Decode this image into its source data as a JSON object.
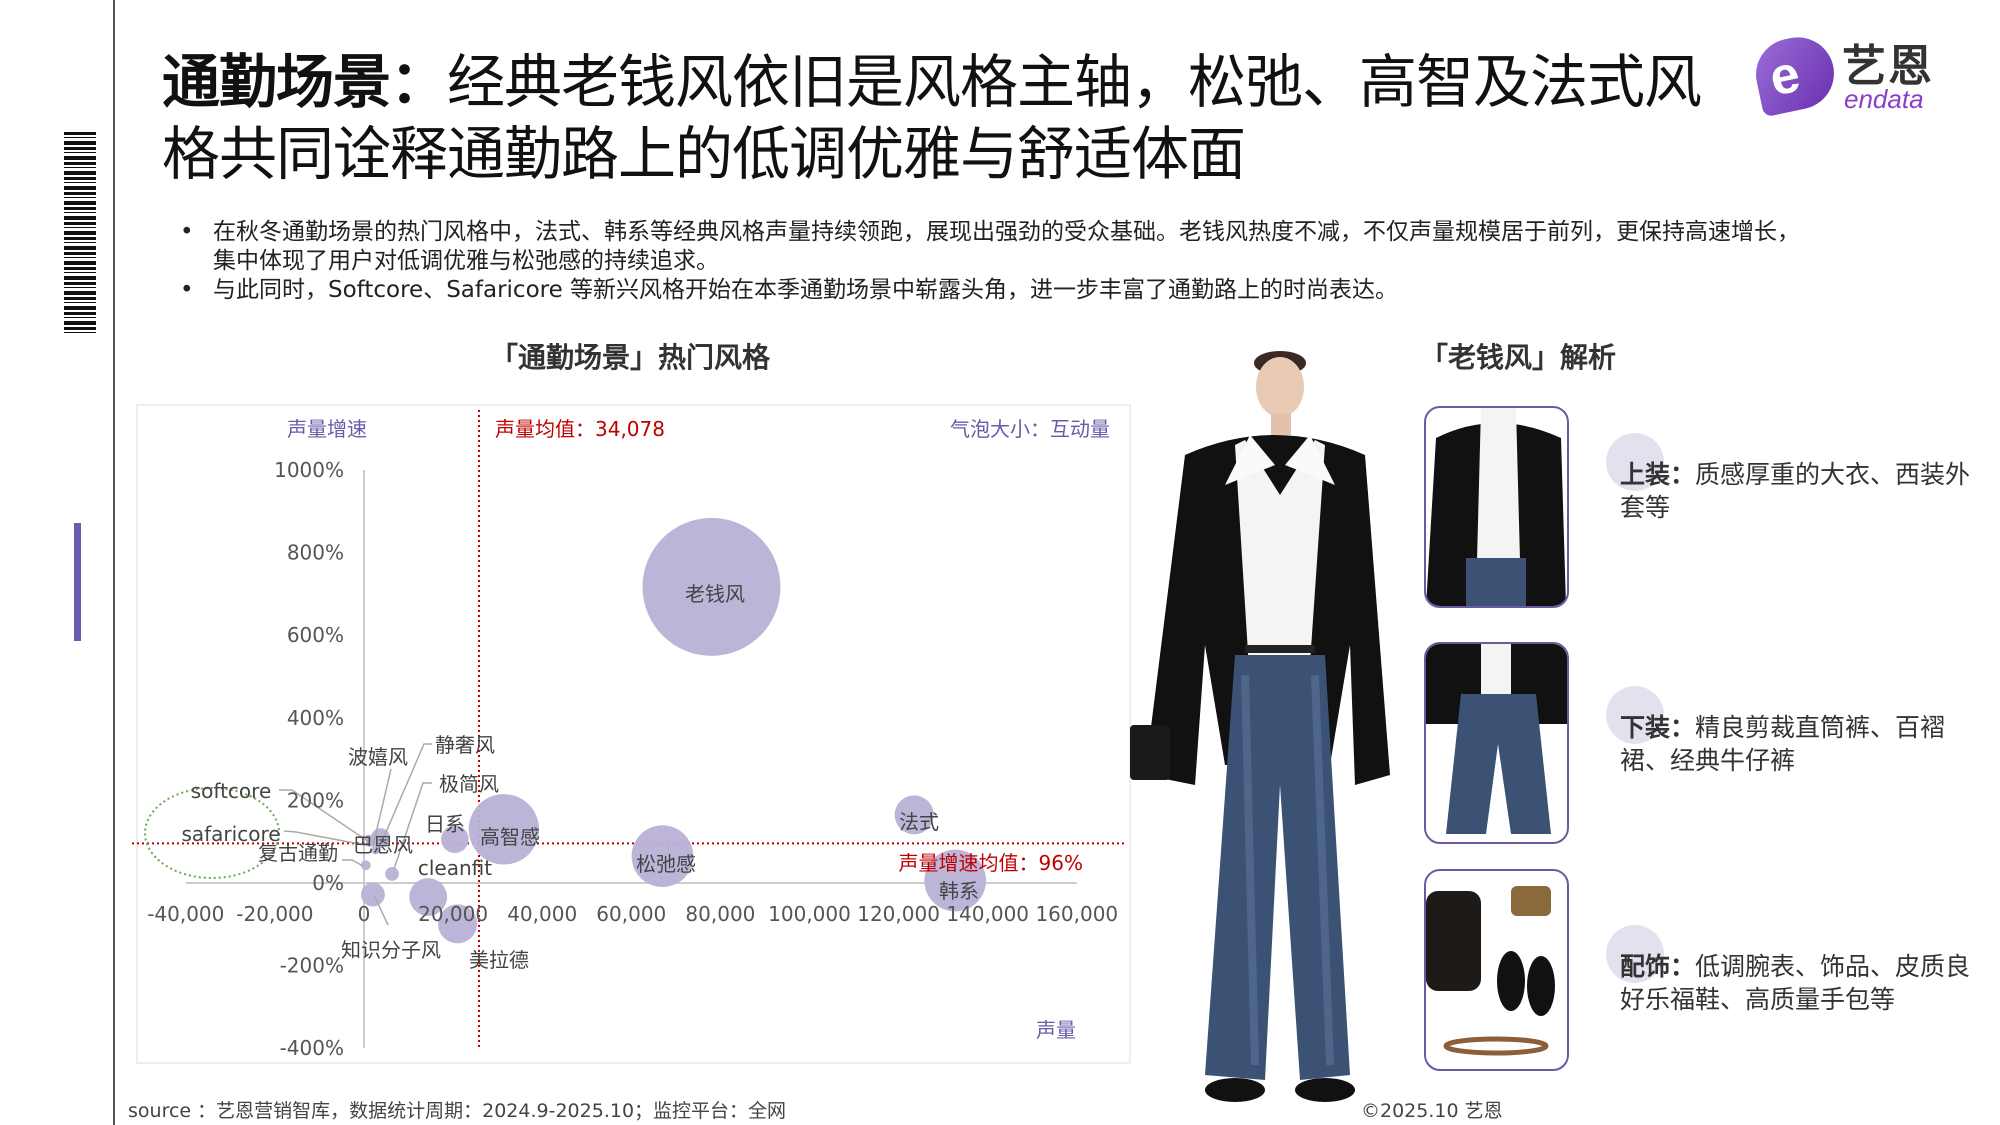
{
  "header": {
    "title_bold": "通勤场景：",
    "title_rest": "经典老钱风依旧是风格主轴，松弛、高智及法式风格共同诠释通勤路上的低调优雅与舒适体面",
    "logo_cn": "艺恩",
    "logo_en": "endata"
  },
  "bullets": [
    "在秋冬通勤场景的热门风格中，法式、韩系等经典风格声量持续领跑，展现出强劲的受众基础。老钱风热度不减，不仅声量规模居于前列，更保持高速增长，集中体现了用户对低调优雅与松弛感的持续追求。",
    "与此同时，Softcore、Safaricore 等新兴风格开始在本季通勤场景中崭露头角，进一步丰富了通勤路上的时尚表达。"
  ],
  "chart_data": {
    "type": "scatter",
    "title": "「通勤场景」热门风格",
    "xlabel": "声量",
    "ylabel": "声量增速",
    "size_label": "气泡大小：互动量",
    "xlim": [
      -40000,
      160000
    ],
    "ylim": [
      -400,
      1000
    ],
    "x_ticks": [
      "-40,000",
      "-20,000",
      "0",
      "20,000",
      "40,000",
      "60,000",
      "80,000",
      "100,000",
      "120,000",
      "140,000",
      "160,000"
    ],
    "y_ticks": [
      "1000%",
      "800%",
      "600%",
      "400%",
      "200%",
      "0%",
      "-200%",
      "-400%"
    ],
    "x_mean_label": "声量均值：34,078",
    "y_mean_label": "声量增速均值：96%",
    "x_mean": 34078,
    "y_mean": 96,
    "bubble_color": "#b9b1d6",
    "mean_line_color": "#c00000",
    "points": [
      {
        "name": "老钱风",
        "x": 78000,
        "y": 717,
        "size": 100
      },
      {
        "name": "高智感",
        "x": 31400,
        "y": 130,
        "size": 26
      },
      {
        "name": "松弛感",
        "x": 67000,
        "y": 65,
        "size": 20
      },
      {
        "name": "法式",
        "x": 123500,
        "y": 165,
        "size": 8
      },
      {
        "name": "韩系",
        "x": 132700,
        "y": 6,
        "size": 20
      },
      {
        "name": "美拉德",
        "x": 21000,
        "y": -99,
        "size": 8
      },
      {
        "name": "cleanfit",
        "x": 14400,
        "y": -34,
        "size": 7.5
      },
      {
        "name": "日系",
        "x": 20400,
        "y": 106,
        "size": 4
      },
      {
        "name": "巴恩风",
        "x": 3700,
        "y": 109,
        "size": 2
      },
      {
        "name": "知识分子风",
        "x": 2000,
        "y": -28,
        "size": 3
      },
      {
        "name": "极简风",
        "x": 6300,
        "y": 22,
        "size": 1
      },
      {
        "name": "复古通勤",
        "x": 400,
        "y": 43,
        "size": 0.5
      },
      {
        "name": "波嬉风",
        "x": 1500,
        "y": 100,
        "size": 0.5
      },
      {
        "name": "静奢风",
        "x": 2500,
        "y": 80,
        "size": 0.4
      },
      {
        "name": "softcore",
        "x": 1000,
        "y": 110,
        "size": 0.2
      },
      {
        "name": "safaricore",
        "x": 1200,
        "y": 105,
        "size": 0.2
      }
    ]
  },
  "analysis": {
    "title": "「老钱风」解析",
    "items": [
      {
        "label": "上装",
        "sep": "：",
        "text": "质感厚重的大衣、西装外套等"
      },
      {
        "label": "下装",
        "sep": "：",
        "text": "精良剪裁直筒裤、百褶裙、经典牛仔裤"
      },
      {
        "label": "配饰",
        "sep": "：",
        "text": "低调腕表、饰品、皮质良好乐福鞋、高质量手包等"
      }
    ]
  },
  "footer": {
    "source": "source ：艺恩营销智库，数据统计周期：2024.9-2025.10；监控平台：全网",
    "copyright": "©2025.10  艺恩"
  }
}
